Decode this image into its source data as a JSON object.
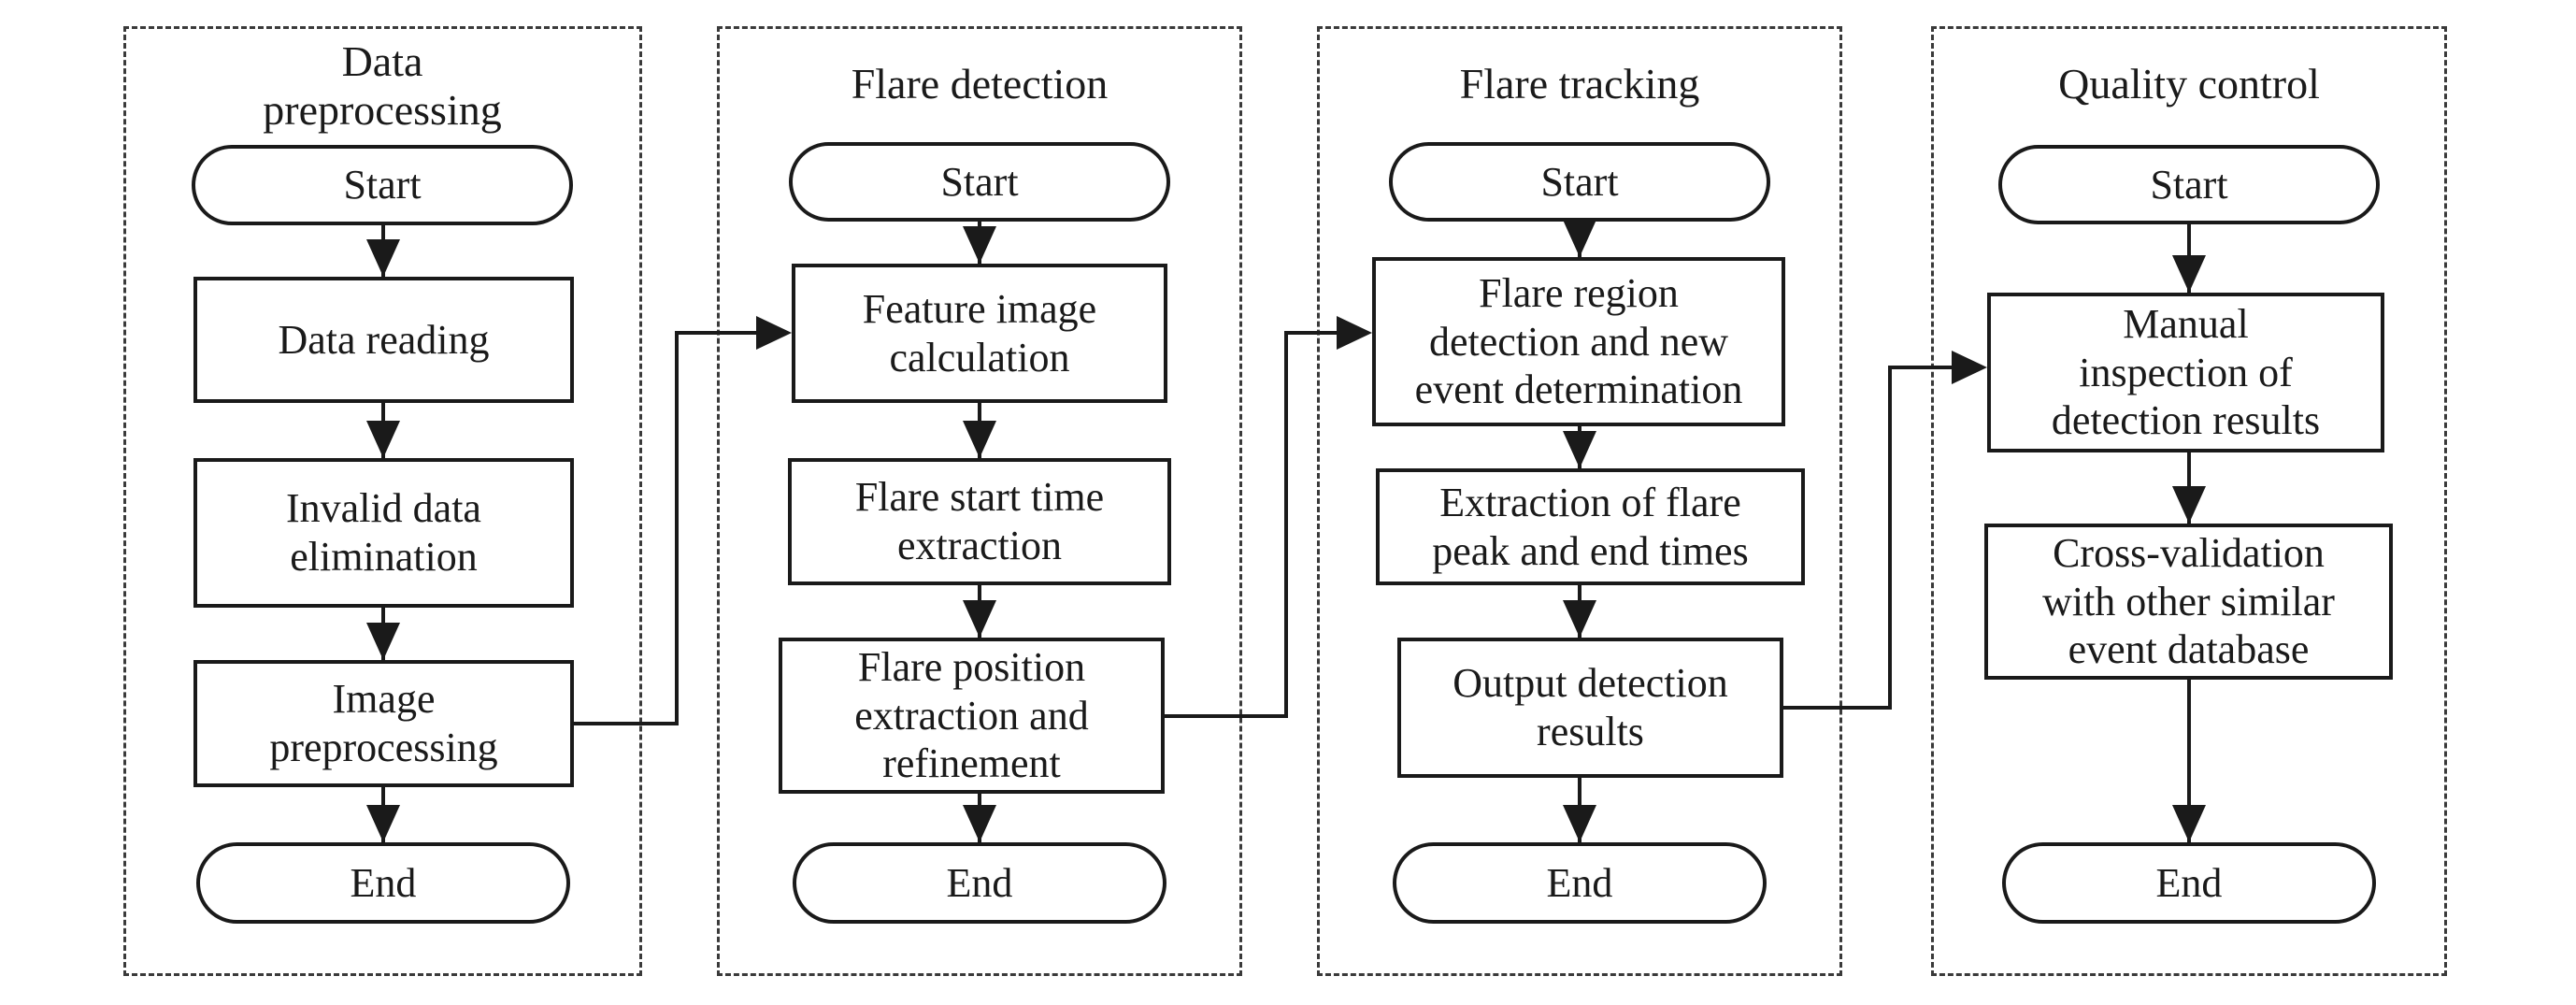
{
  "figure": {
    "background": "#ffffff",
    "line_color": "#1a1a1a",
    "dash_color": "#3a3a3a"
  },
  "panels": [
    {
      "title": "Data\npreprocessing",
      "nodes": [
        {
          "type": "terminator",
          "label": "Start"
        },
        {
          "type": "process",
          "label": "Data reading"
        },
        {
          "type": "process",
          "label": "Invalid data\nelimination"
        },
        {
          "type": "process",
          "label": "Image\npreprocessing"
        },
        {
          "type": "terminator",
          "label": "End"
        }
      ]
    },
    {
      "title": "Flare detection",
      "nodes": [
        {
          "type": "terminator",
          "label": "Start"
        },
        {
          "type": "process",
          "label": "Feature image\ncalculation"
        },
        {
          "type": "process",
          "label": "Flare start time\nextraction"
        },
        {
          "type": "process",
          "label": "Flare position\nextraction and\nrefinement"
        },
        {
          "type": "terminator",
          "label": "End"
        }
      ]
    },
    {
      "title": "Flare tracking",
      "nodes": [
        {
          "type": "terminator",
          "label": "Start"
        },
        {
          "type": "process",
          "label": "Flare region\ndetection and new\nevent determination"
        },
        {
          "type": "process",
          "label": "Extraction of flare\npeak and end times"
        },
        {
          "type": "process",
          "label": "Output detection\nresults"
        },
        {
          "type": "terminator",
          "label": "End"
        }
      ]
    },
    {
      "title": "Quality control",
      "nodes": [
        {
          "type": "terminator",
          "label": "Start"
        },
        {
          "type": "process",
          "label": "Manual\ninspection of\ndetection results"
        },
        {
          "type": "process",
          "label": "Cross-validation\nwith other similar\nevent database"
        },
        {
          "type": "terminator",
          "label": "End"
        }
      ]
    }
  ],
  "connectors": [
    {
      "from": "Image preprocessing",
      "to": "Feature image calculation"
    },
    {
      "from": "Flare position extraction and refinement",
      "to": "Flare region detection and new event determination"
    },
    {
      "from": "Output detection results",
      "to": "Manual inspection of detection results"
    }
  ]
}
